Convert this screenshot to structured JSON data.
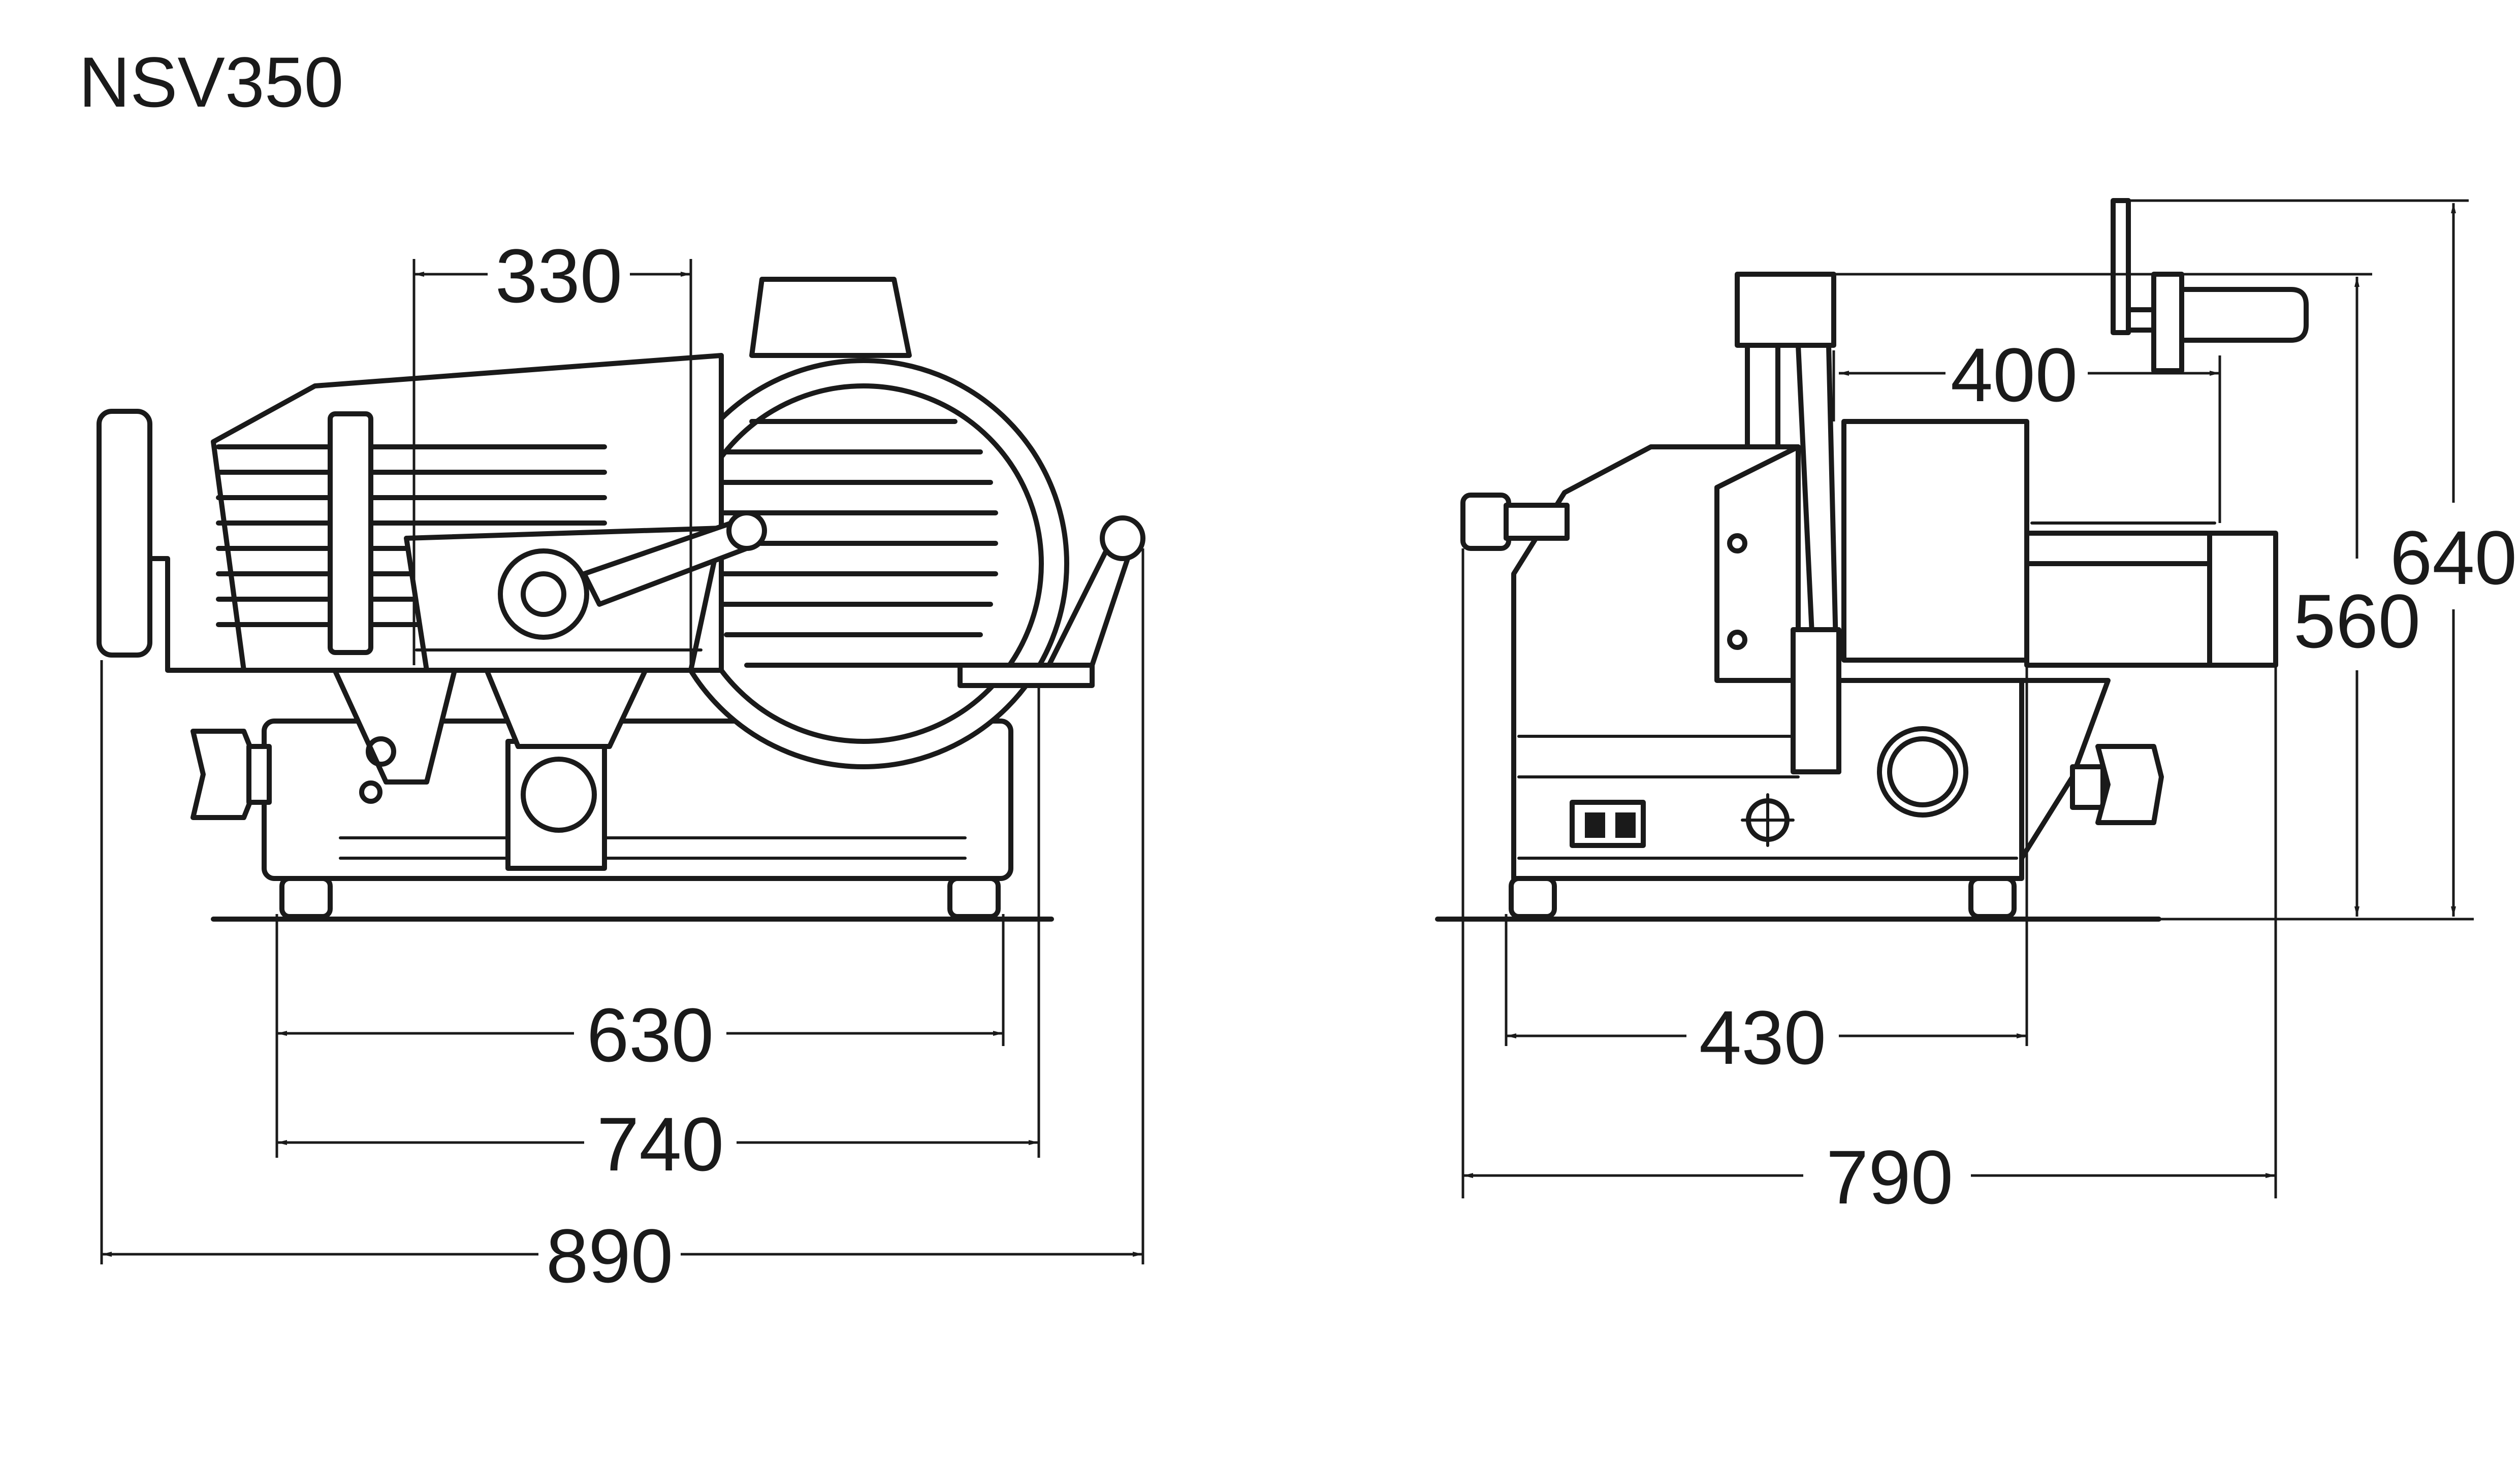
{
  "title": "NSV350",
  "front_view": {
    "dimensions": {
      "blade_cut": "330",
      "feet_span": "630",
      "base_width": "740",
      "overall_width": "890"
    }
  },
  "side_view": {
    "dimensions": {
      "carriage_travel": "400",
      "body_height": "560",
      "overall_height": "640",
      "feet_depth": "430",
      "overall_depth": "790"
    }
  },
  "colors": {
    "ink": "#1a1a1a",
    "paper": "#ffffff"
  }
}
